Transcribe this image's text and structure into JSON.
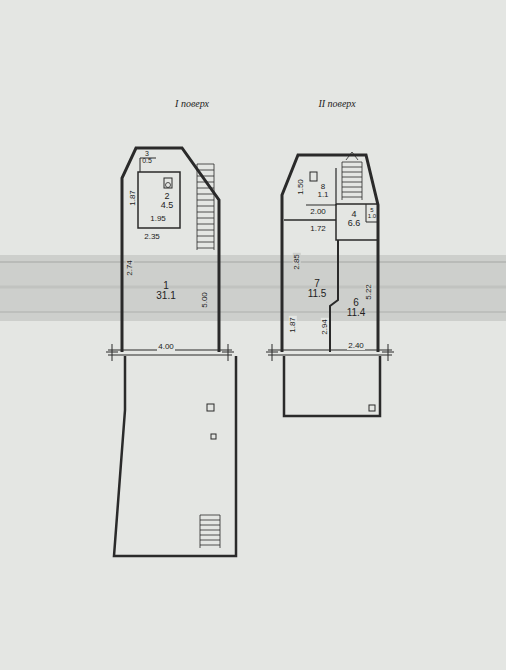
{
  "diagram": {
    "nodes": [
      {
        "text": [
          "3",
          "0.5"
        ]
      },
      {
        "text": [
          "2",
          "4.5"
        ]
      },
      {
        "text": [
          "1",
          "31.1"
        ]
      },
      {
        "text": [
          "8",
          "1.1"
        ]
      },
      {
        "text": [
          "4",
          "6.6"
        ]
      },
      {
        "text": [
          "5",
          "1.0"
        ]
      },
      {
        "text": [
          "7",
          "11.5"
        ]
      },
      {
        "text": [
          "6",
          "11.4"
        ]
      }
    ],
    "edges": [],
    "labels": [
      "I поверх",
      "II поверх",
      "1.87",
      "1.95",
      "2.35",
      "2.74",
      "5.00",
      "4.00",
      "1.50",
      "2.00",
      "1.72",
      "2.85",
      "5.22",
      "1.87",
      "2.94",
      "2.40"
    ]
  }
}
